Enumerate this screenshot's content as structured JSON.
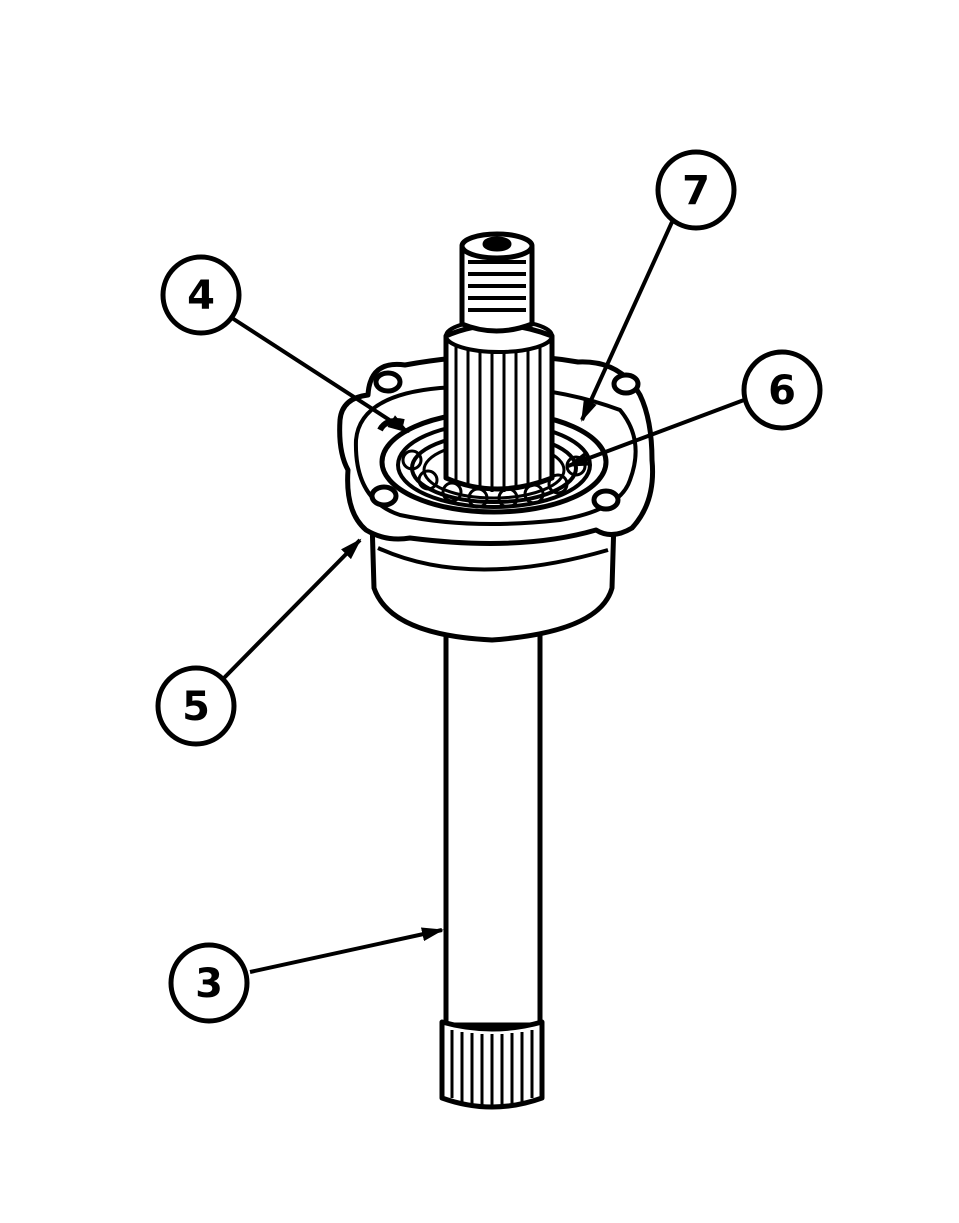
{
  "callouts": [
    {
      "id": "3",
      "label": "3"
    },
    {
      "id": "4",
      "label": "4"
    },
    {
      "id": "5",
      "label": "5"
    },
    {
      "id": "6",
      "label": "6"
    },
    {
      "id": "7",
      "label": "7"
    }
  ],
  "colors": {
    "ink": "#000000",
    "paper": "#ffffff"
  }
}
